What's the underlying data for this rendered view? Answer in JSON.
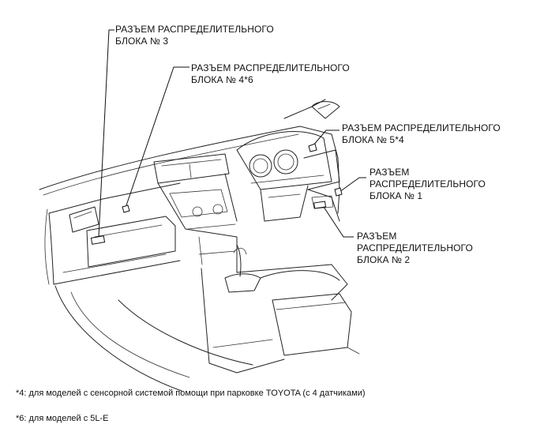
{
  "callouts": {
    "jb3": "РАЗЪЕМ РАСПРЕДЕЛИТЕЛЬНОГО\nБЛОКА № 3",
    "jb4": "РАЗЪЕМ РАСПРЕДЕЛИТЕЛЬНОГО\nБЛОКА № 4*6",
    "jb5": "РАЗЪЕМ РАСПРЕДЕЛИТЕЛЬНОГО\nБЛОКА № 5*4",
    "jb1": "РАЗЪЕМ\nРАСПРЕДЕЛИТЕЛЬНОГО\nБЛОКА № 1",
    "jb2": "РАЗЪЕМ\nРАСПРЕДЕЛИТЕЛЬНОГО\nБЛОКА № 2"
  },
  "notes": {
    "note4": "*4: для моделей с сенсорной системой помощи при парковке TOYOTA (с 4 датчиками)",
    "note6": "*6: для моделей с 5L-E"
  }
}
